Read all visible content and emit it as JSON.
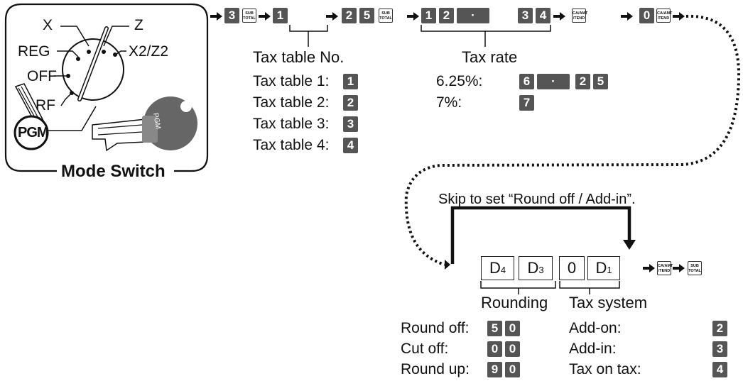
{
  "mode_switch": {
    "caption": "Mode Switch",
    "positions": [
      "X",
      "Z",
      "REG",
      "X2/Z2",
      "OFF",
      "RF",
      "PGM"
    ],
    "key_label": "PGM"
  },
  "sequence_row1": {
    "keys": [
      "3",
      "1",
      "2",
      "5",
      "1",
      "2",
      "·",
      "3",
      "4",
      "0"
    ],
    "func_keys": [
      [
        "SUB",
        "TOTAL"
      ],
      [
        "SUB",
        "TOTAL"
      ],
      [
        "CA/AMT",
        "/TEND"
      ],
      [
        "CA/AMT",
        "/TEND"
      ]
    ]
  },
  "tax_table": {
    "heading": "Tax table No.",
    "items": [
      {
        "label": "Tax table 1:",
        "key": "1"
      },
      {
        "label": "Tax table 2:",
        "key": "2"
      },
      {
        "label": "Tax table 3:",
        "key": "3"
      },
      {
        "label": "Tax table 4:",
        "key": "4"
      }
    ]
  },
  "tax_rate": {
    "heading": "Tax rate",
    "items": [
      {
        "label": "6.25%:",
        "keys": [
          "6",
          "·",
          "2",
          "5"
        ]
      },
      {
        "label": "7%:",
        "keys": [
          "7"
        ]
      }
    ]
  },
  "skip_note": "Skip to set “Round off / Add-in”.",
  "digit_boxes": {
    "d4": {
      "main": "D",
      "sub": "4"
    },
    "d3": {
      "main": "D",
      "sub": "3"
    },
    "zero": "0",
    "d1": {
      "main": "D",
      "sub": "1"
    }
  },
  "rounding": {
    "heading": "Rounding",
    "items": [
      {
        "label": "Round off:",
        "keys": [
          "5",
          "0"
        ]
      },
      {
        "label": "Cut off:",
        "keys": [
          "0",
          "0"
        ]
      },
      {
        "label": "Round up:",
        "keys": [
          "9",
          "0"
        ]
      }
    ]
  },
  "tax_system": {
    "heading": "Tax system",
    "items": [
      {
        "label": "Add-on:",
        "key": "2"
      },
      {
        "label": "Add-in:",
        "key": "3"
      },
      {
        "label": "Tax on tax:",
        "key": "4"
      }
    ]
  }
}
